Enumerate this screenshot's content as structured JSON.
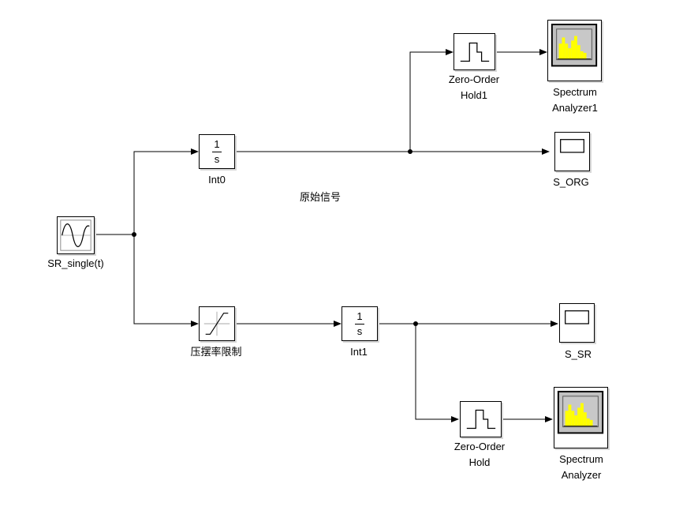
{
  "blocks": {
    "source": {
      "label": "SR_single(t)"
    },
    "int0": {
      "numerator": "1",
      "denominator": "s",
      "label": "Int0"
    },
    "slew": {
      "label": "压摆率限制"
    },
    "int1": {
      "numerator": "1",
      "denominator": "s",
      "label": "Int1"
    },
    "zoh1": {
      "label_line1": "Zero-Order",
      "label_line2": "Hold1"
    },
    "zoh": {
      "label_line1": "Zero-Order",
      "label_line2": "Hold"
    },
    "spec1": {
      "label_line1": "Spectrum",
      "label_line2": "Analyzer1"
    },
    "spec": {
      "label_line1": "Spectrum",
      "label_line2": "Analyzer"
    },
    "scope_org": {
      "label": "S_ORG"
    },
    "scope_sr": {
      "label": "S_SR"
    }
  },
  "annotation": "原始信号",
  "colors": {
    "line": "#000000",
    "spectrum_bars": "#ffff00",
    "spectrum_screen": "#c0c0c0"
  }
}
